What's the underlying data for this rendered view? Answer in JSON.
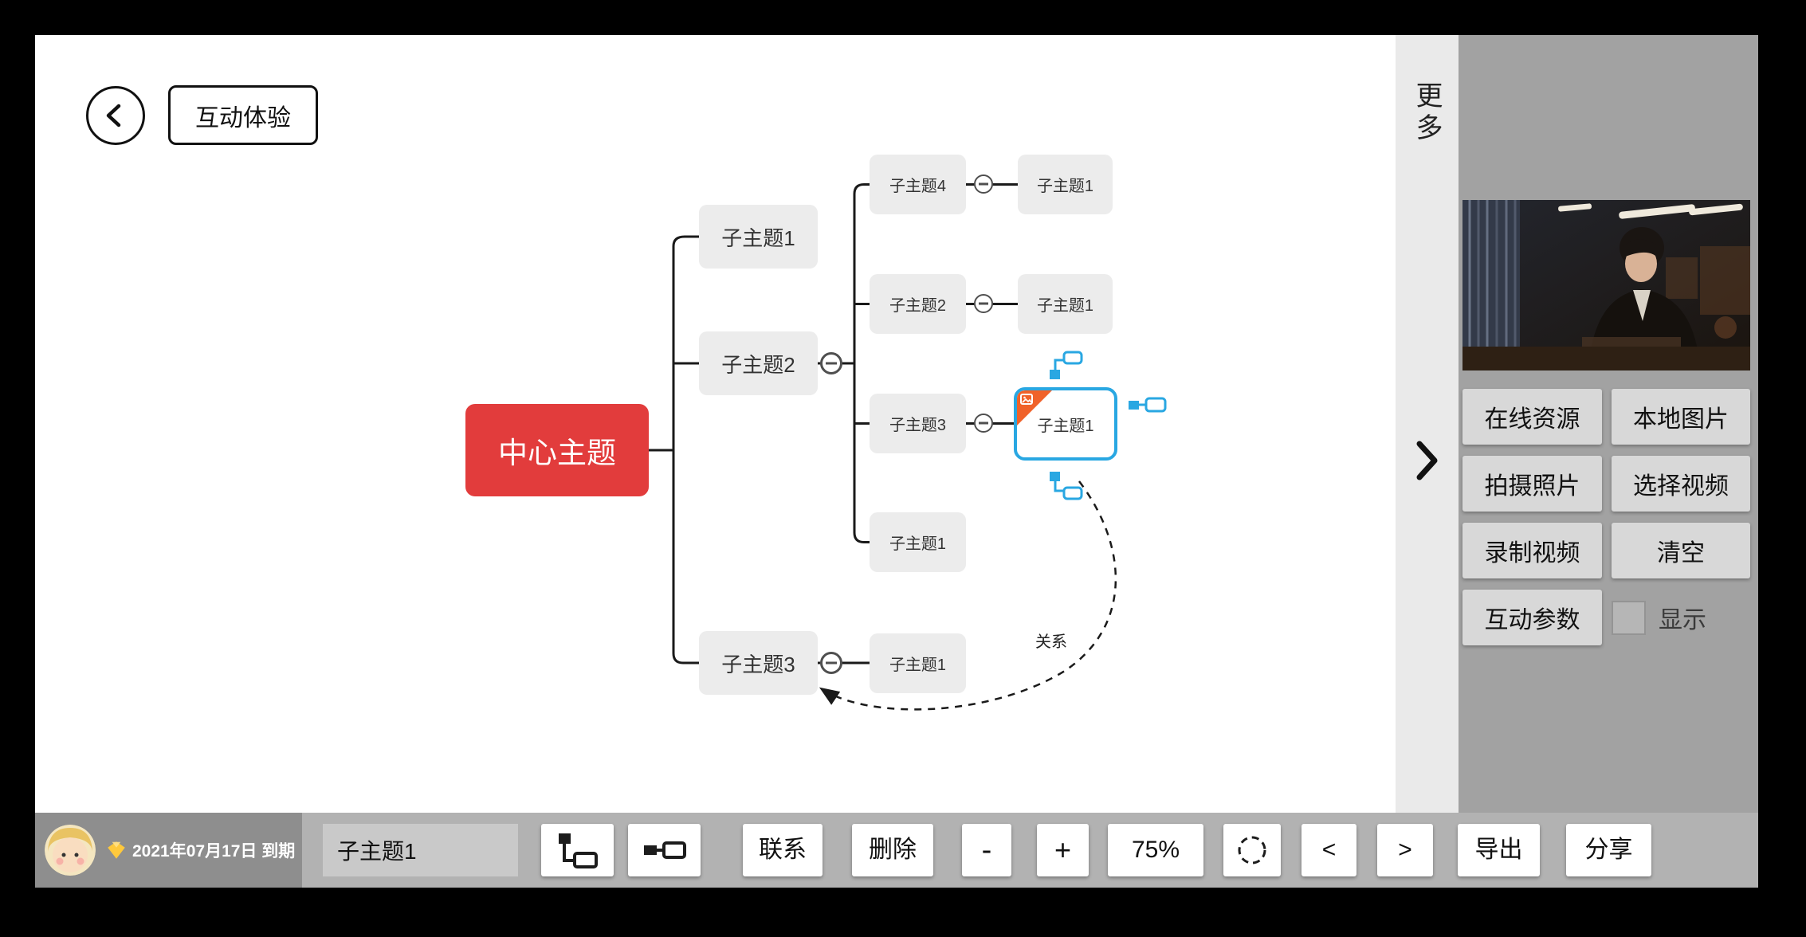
{
  "colors": {
    "accent-red": "#e23c3c",
    "accent-blue": "#29a7e2",
    "accent-orange": "#f0622a"
  },
  "header": {
    "experience": "互动体验"
  },
  "more": {
    "label": "更多"
  },
  "mindmap": {
    "center": "中心主题",
    "branch1": "子主题1",
    "branch2": "子主题2",
    "branch3": "子主题3",
    "b2_child1": "子主题4",
    "b2_child1_sub": "子主题1",
    "b2_child2": "子主题2",
    "b2_child2_sub": "子主题1",
    "b2_child3": "子主题3",
    "b2_child3_sub": "子主题1",
    "b2_child4": "子主题1",
    "b3_child1": "子主题1",
    "relation_label": "关系"
  },
  "panel": {
    "online_resources": "在线资源",
    "local_images": "本地图片",
    "take_photo": "拍摄照片",
    "choose_video": "选择视频",
    "record_video": "录制视频",
    "clear": "清空",
    "interactive_params": "互动参数",
    "display": "显示"
  },
  "toolbar": {
    "expiry": "2021年07月17日 到期",
    "topic_input": "子主题1",
    "link": "联系",
    "delete": "删除",
    "zoom_out": "-",
    "zoom_in": "+",
    "zoom_level": "75%",
    "prev": "<",
    "next": ">",
    "export": "导出",
    "share": "分享"
  }
}
